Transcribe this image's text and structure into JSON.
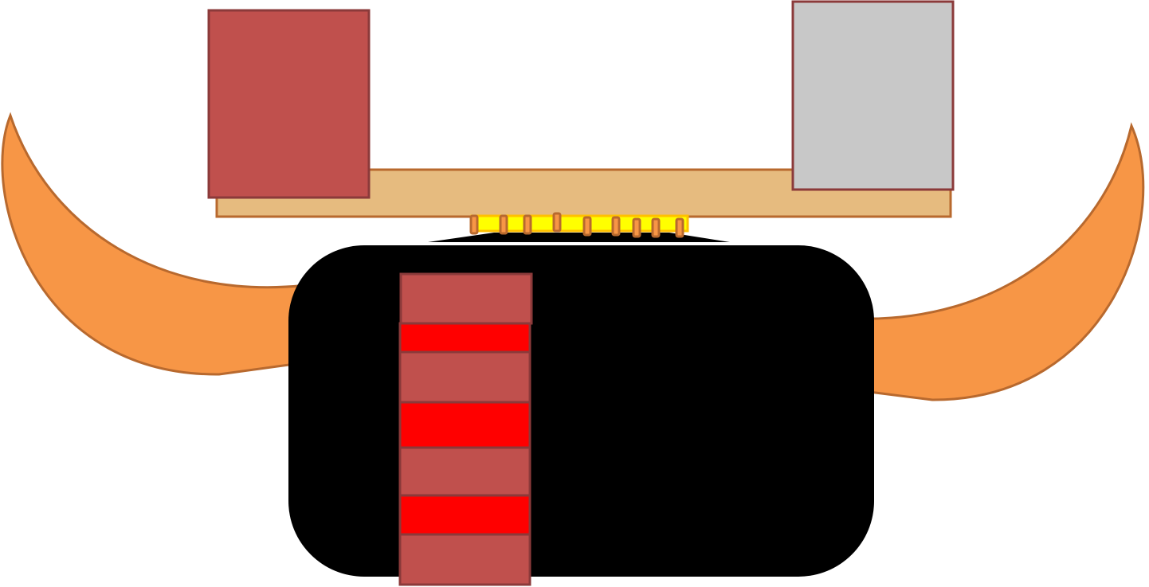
{
  "colors": {
    "horn_fill": "#f79646",
    "horn_stroke": "#b8692e",
    "beam_fill": "#e6bb7f",
    "beam_stroke": "#b8692e",
    "block_brown": "#c0504d",
    "block_stroke": "#8b3a3a",
    "block_gray": "#c8c8c8",
    "band_red": "#ff0000",
    "strip_yellow": "#ffff00",
    "strip_stroke": "#ffc000",
    "tooth_fill": "#f79646",
    "body_black": "#000000"
  },
  "shapes": {
    "tooth_count": 9,
    "stack_segments": [
      "brown",
      "red",
      "brown",
      "red",
      "brown",
      "red",
      "brown"
    ]
  }
}
